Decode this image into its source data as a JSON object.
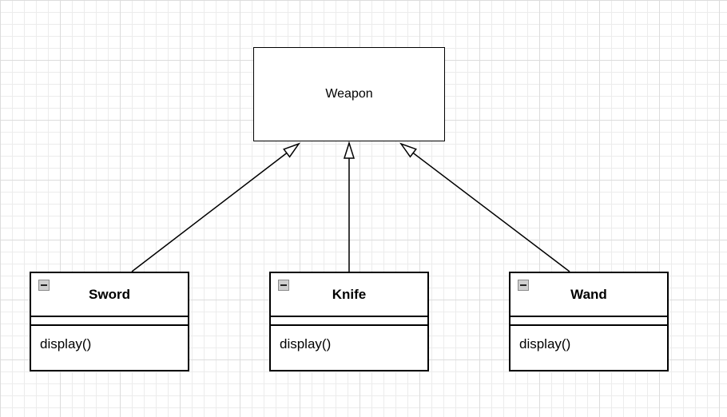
{
  "canvas": {
    "background": "#ffffff",
    "grid_minor_color": "#ececec",
    "grid_major_color": "#dcdcdc",
    "shape_fill": "#ffffff",
    "shape_stroke": "#000000"
  },
  "diagram": {
    "superclass": {
      "title": "Weapon"
    },
    "subclasses": [
      {
        "title": "Sword",
        "method": "display()",
        "collapse_icon": "minus"
      },
      {
        "title": "Knife",
        "method": "display()",
        "collapse_icon": "minus"
      },
      {
        "title": "Wand",
        "method": "display()",
        "collapse_icon": "minus"
      }
    ],
    "relationship": "inheritance (hollow triangle arrows pointing to Weapon)"
  }
}
